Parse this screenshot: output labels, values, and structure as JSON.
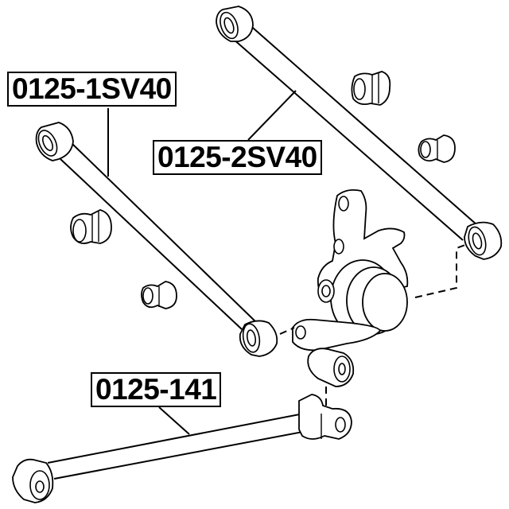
{
  "diagram": {
    "type": "exploded-parts-diagram",
    "background": "#ffffff",
    "line_color": "#000000",
    "labels": [
      {
        "id": "label-upper-left-arm",
        "text": "0125-1SV40",
        "points_to": "left lateral arm"
      },
      {
        "id": "label-upper-right-arm",
        "text": "0125-2SV40",
        "points_to": "right lateral arm"
      },
      {
        "id": "label-lower-arm",
        "text": "0125-141",
        "points_to": "lower trailing arm"
      }
    ],
    "parts": [
      "lateral-arm-left",
      "lateral-arm-right",
      "bushing-left-large",
      "bushing-left-small",
      "bushing-right-large",
      "bushing-right-small",
      "steering-knuckle-hub",
      "lower-trailing-arm"
    ]
  }
}
